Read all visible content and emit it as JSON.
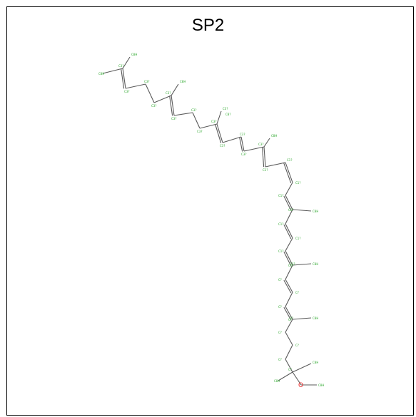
{
  "title": "SP2",
  "colors": {
    "carbon_label": "#33aa33",
    "oxygen_label": "#ee2222",
    "bond": "#5a5a5a"
  },
  "molecule": {
    "atoms": [
      {
        "id": "a1",
        "label": "C8H"
      },
      {
        "id": "a2",
        "label": "C8H"
      },
      {
        "id": "a3",
        "label": "C3?"
      },
      {
        "id": "a4",
        "label": "C3?"
      },
      {
        "id": "a5",
        "label": "C3?"
      },
      {
        "id": "a6",
        "label": "C3?"
      },
      {
        "id": "a7",
        "label": "C3?"
      },
      {
        "id": "a8",
        "label": "C8H"
      },
      {
        "id": "a9",
        "label": "C3?"
      },
      {
        "id": "a10",
        "label": "C3?"
      },
      {
        "id": "a11",
        "label": "C3?"
      },
      {
        "id": "a12",
        "label": "C3?"
      },
      {
        "id": "a13",
        "label": "C3?"
      },
      {
        "id": "a14",
        "label": "C8?"
      },
      {
        "id": "a15",
        "label": "C3?"
      },
      {
        "id": "a16",
        "label": "C3?"
      },
      {
        "id": "a17",
        "label": "C3?"
      },
      {
        "id": "a18",
        "label": "C3?"
      },
      {
        "id": "a19",
        "label": "C8H"
      },
      {
        "id": "a20",
        "label": "C1?"
      },
      {
        "id": "a21",
        "label": "C1?"
      },
      {
        "id": "a22",
        "label": "C1?"
      },
      {
        "id": "a23",
        "label": "C1?"
      },
      {
        "id": "a24",
        "label": "C1?"
      },
      {
        "id": "a25",
        "label": "C8H"
      },
      {
        "id": "a26",
        "label": "C1?"
      },
      {
        "id": "a27",
        "label": "C1?"
      },
      {
        "id": "a28",
        "label": "C1?"
      },
      {
        "id": "a29",
        "label": "C1?"
      },
      {
        "id": "a30",
        "label": "C1?"
      },
      {
        "id": "a31",
        "label": "C8H"
      },
      {
        "id": "a32",
        "label": "C?"
      },
      {
        "id": "a33",
        "label": "C?"
      },
      {
        "id": "a34",
        "label": "C?"
      },
      {
        "id": "a35",
        "label": "C?"
      },
      {
        "id": "a36",
        "label": "C?"
      },
      {
        "id": "a37",
        "label": "C8H"
      },
      {
        "id": "a38",
        "label": "C?"
      },
      {
        "id": "a39",
        "label": "C?"
      },
      {
        "id": "a40",
        "label": "C?"
      },
      {
        "id": "a41",
        "label": "C?"
      },
      {
        "id": "a42",
        "label": "C8H"
      },
      {
        "id": "a43",
        "label": "C8H"
      },
      {
        "id": "a44",
        "label": "C8H"
      },
      {
        "id": "a45",
        "label": "O"
      }
    ]
  }
}
